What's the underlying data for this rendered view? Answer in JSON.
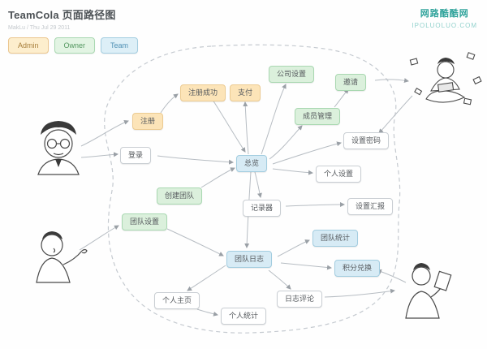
{
  "header": {
    "title": "TeamCola 页面路径图",
    "subtitle": "MakLu / Thu Jul 29 2011"
  },
  "watermark": {
    "line1": "网路酷酷网",
    "line2": "IPOLUOLUO.COM"
  },
  "legend": [
    {
      "label": "Admin",
      "color_type": "orange"
    },
    {
      "label": "Owner",
      "color_type": "green"
    },
    {
      "label": "Team",
      "color_type": "blue"
    }
  ],
  "nodes": [
    {
      "label": "注册",
      "color_type": "orange"
    },
    {
      "label": "注册成功",
      "color_type": "orange"
    },
    {
      "label": "支付",
      "color_type": "orange"
    },
    {
      "label": "公司设置",
      "color_type": "green"
    },
    {
      "label": "邀请",
      "color_type": "green"
    },
    {
      "label": "成员管理",
      "color_type": "green"
    },
    {
      "label": "设置密码",
      "color_type": "white"
    },
    {
      "label": "登录",
      "color_type": "white"
    },
    {
      "label": "总览",
      "color_type": "blue"
    },
    {
      "label": "个人设置",
      "color_type": "white"
    },
    {
      "label": "创建团队",
      "color_type": "green"
    },
    {
      "label": "记录器",
      "color_type": "white"
    },
    {
      "label": "设置汇报",
      "color_type": "white"
    },
    {
      "label": "团队设置",
      "color_type": "green"
    },
    {
      "label": "团队日志",
      "color_type": "blue"
    },
    {
      "label": "团队统计",
      "color_type": "blue"
    },
    {
      "label": "积分兑换",
      "color_type": "blue"
    },
    {
      "label": "个人主页",
      "color_type": "white"
    },
    {
      "label": "个人统计",
      "color_type": "white"
    },
    {
      "label": "日志评论",
      "color_type": "white"
    }
  ],
  "colors": {
    "admin_orange_bg": "#fce4b8",
    "owner_green_bg": "#dbf0dc",
    "team_blue_bg": "#d7ebf5",
    "node_border_gray": "#c9ced3",
    "connector_gray": "#b7bdc3",
    "watermark_teal": "#2fa39b"
  }
}
